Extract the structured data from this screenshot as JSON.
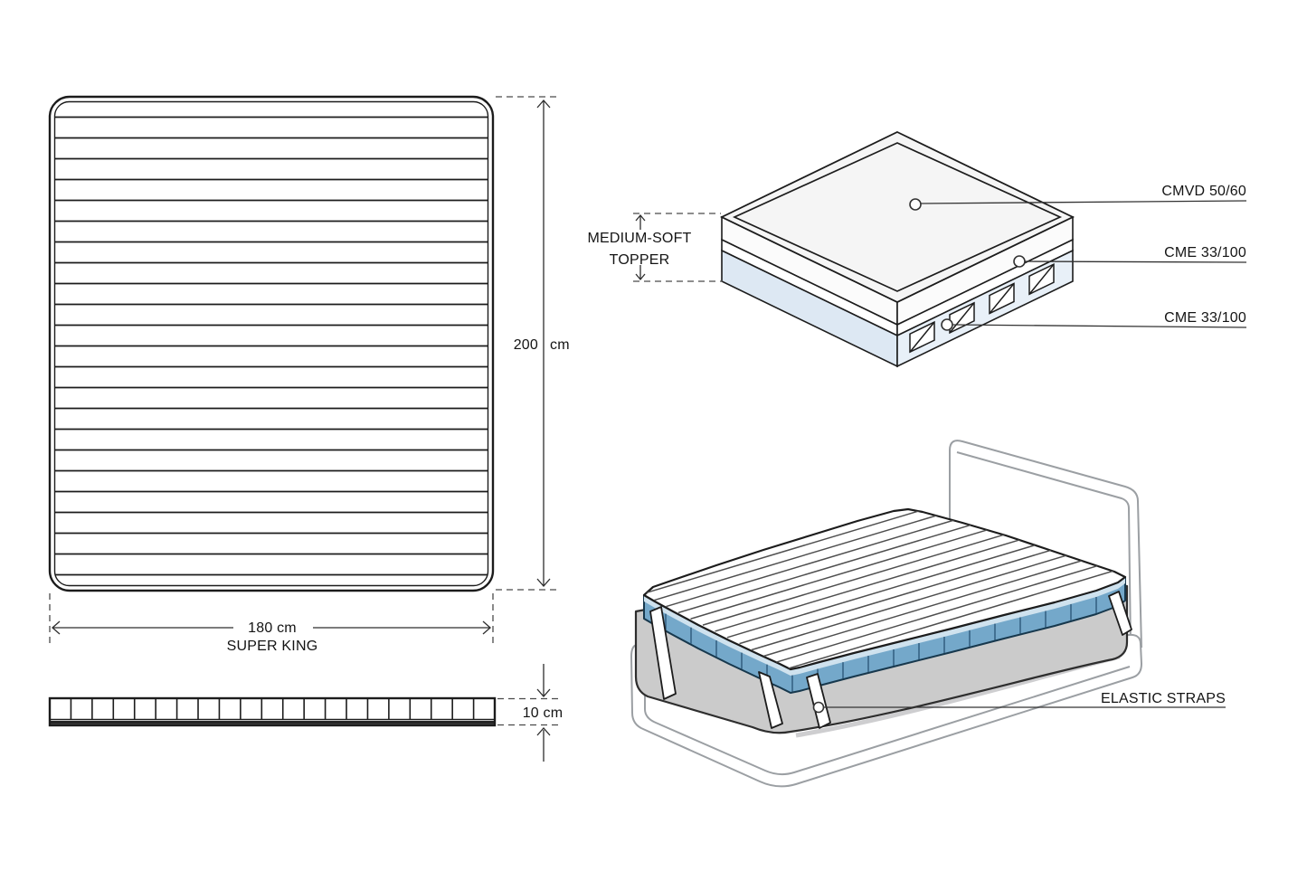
{
  "plan_view": {
    "height_value": "200",
    "height_unit": "cm",
    "width_label": "180 cm",
    "size_label": "SUPER KING"
  },
  "side_view": {
    "thickness_label": "10 cm"
  },
  "layers_view": {
    "bracket_line1": "MEDIUM-SOFT",
    "bracket_line2": "TOPPER",
    "callout_top_surface": "CMVD 50/60",
    "callout_core_upper": "CME 33/100",
    "callout_core_lower": "CME 33/100"
  },
  "bed_view": {
    "straps_label": "ELASTIC STRAPS"
  },
  "colors": {
    "line": "#1c1c1c",
    "frame_gray": "#9b9fa3",
    "mattress_gray": "#cbcbcb",
    "band_blue": "#74a8ca",
    "piping_blue": "#cfe2ee",
    "layer_blue": "#dde8f3",
    "layer_blue_light": "#e8f0f8",
    "face_light": "#f5f5f5"
  }
}
